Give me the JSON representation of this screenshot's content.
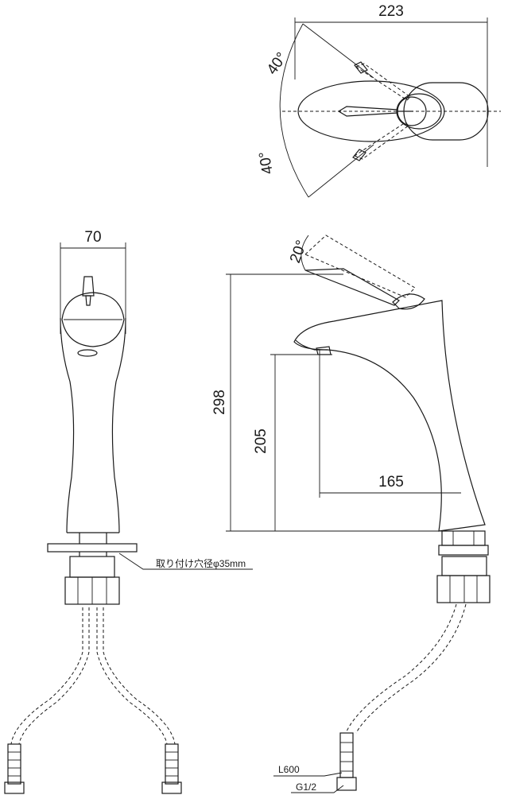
{
  "dimensions": {
    "top_width": "223",
    "angle_upper": "40°",
    "angle_lower": "40°",
    "front_width": "70",
    "lever_tilt": "20°",
    "total_height": "298",
    "spout_height": "205",
    "spout_reach": "165"
  },
  "notes": {
    "mount_hole": "取り付け穴径φ35mm",
    "hose_length": "L600",
    "thread": "G1/2"
  }
}
